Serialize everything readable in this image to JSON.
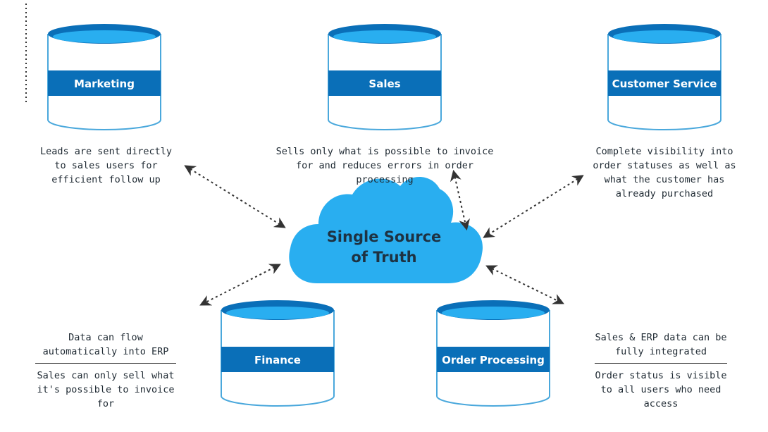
{
  "cloud": {
    "line1": "Single Source",
    "line2": "of Truth"
  },
  "databases": {
    "marketing": {
      "label": "Marketing"
    },
    "sales": {
      "label": "Sales"
    },
    "customer_service": {
      "label": "Customer Service"
    },
    "finance": {
      "label": "Finance"
    },
    "order_processing": {
      "label": "Order Processing"
    }
  },
  "descriptions": {
    "marketing": "Leads are sent directly to sales users for efficient follow up",
    "sales": "Sells only what is possible to invoice for and reduces errors in order processing",
    "customer_service": "Complete visibility into order statuses as well as what the customer has already purchased",
    "finance_top": "Data can flow automatically into ERP",
    "finance_bottom": "Sales can only sell what it's possible to invoice for",
    "order_top": "Sales & ERP data can be fully integrated",
    "order_bottom": "Order status is visible to all users who need access"
  },
  "colors": {
    "db_top": "#0a6fb8",
    "db_band": "#0a6fb8",
    "db_outline": "#4aa8dc",
    "cloud_fill": "#29aef0",
    "arrow": "#333333"
  }
}
